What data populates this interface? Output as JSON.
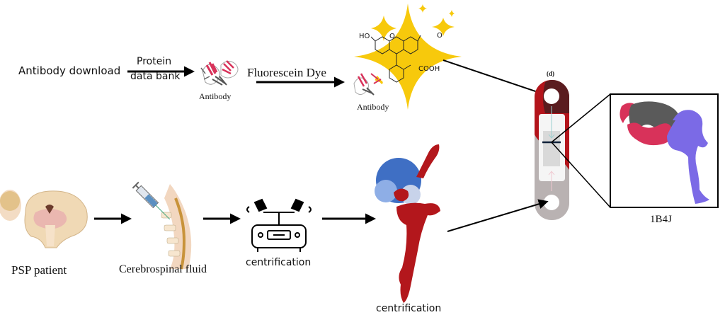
{
  "figure": {
    "top_row": {
      "start_label": "Antibody download",
      "arrow1_label_top": "Protein",
      "arrow1_label_bottom": "data bank",
      "antibody_label": "Antibody",
      "arrow2_label": "Fluorescein Dye",
      "labeled_antibody_label": "Antibody",
      "dye_groups": {
        "hydroxyl": "HO",
        "ketone": "O",
        "ring_oxygen": "O",
        "carboxyl": "COOH"
      }
    },
    "bottom_row": {
      "patient_label": "PSP patient",
      "csf_label": "Cerebrospinal fluid",
      "centrifuge_label": "centrification",
      "protein_label": "centrification"
    },
    "test_strip": {
      "panel_label": "(d)"
    },
    "inset": {
      "structure_label": "1B4J"
    },
    "colors": {
      "strip_dark_red": "#5a1c1f",
      "strip_red": "#b3141b",
      "strip_grey": "#b9b2b2",
      "dye_yellow": "#f7c90c",
      "antibody_pink": "#d8325a",
      "antibody_grey": "#5a5a5a",
      "tau_purple": "#7b6ae6",
      "protein_blue": "#3f6fc4",
      "protein_red": "#b3171c"
    }
  }
}
